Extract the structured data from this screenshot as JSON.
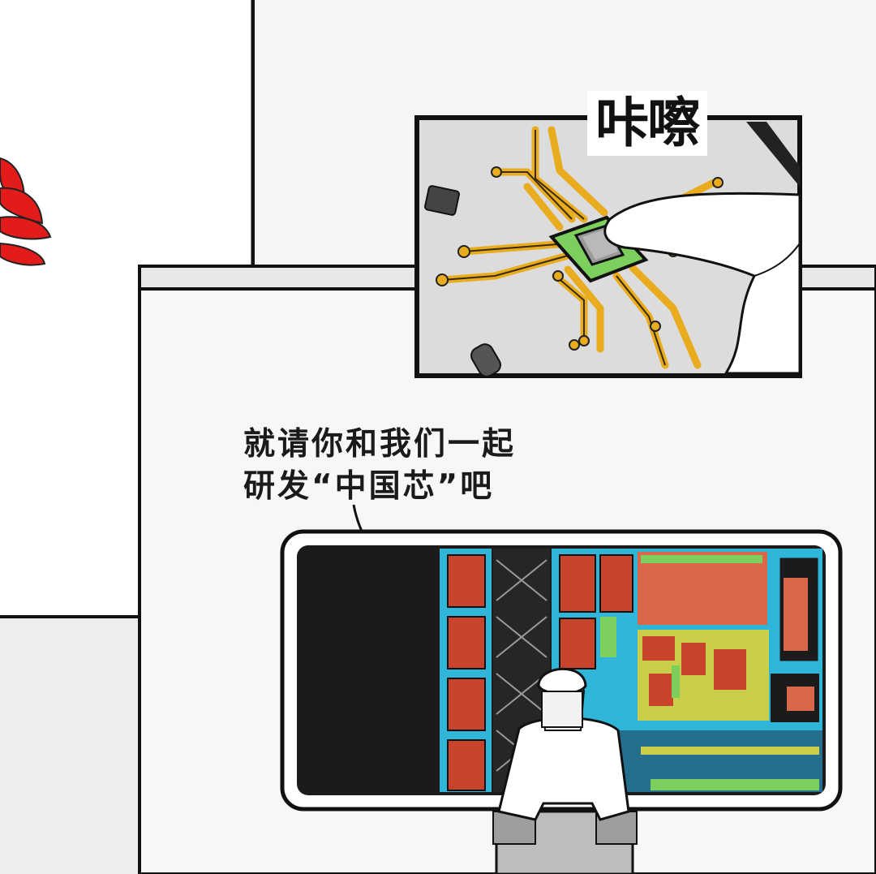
{
  "sound_effect": "咔嚓",
  "speech_bubble": {
    "line1": "就请你和我们一起",
    "line2": "研发“中国芯”吧"
  },
  "colors": {
    "logo_red": "#e21b1b",
    "chip_green": "#7ccf5d",
    "trace_gold": "#e8ac1e",
    "layout_cyan": "#2fb5d8",
    "layout_red": "#c9432c",
    "layout_yellow": "#c9cf4a",
    "screen_black": "#1b1b1b"
  },
  "icons": [
    "huawei-logo",
    "microchip",
    "chip-layout-screen",
    "engineer-figure"
  ]
}
